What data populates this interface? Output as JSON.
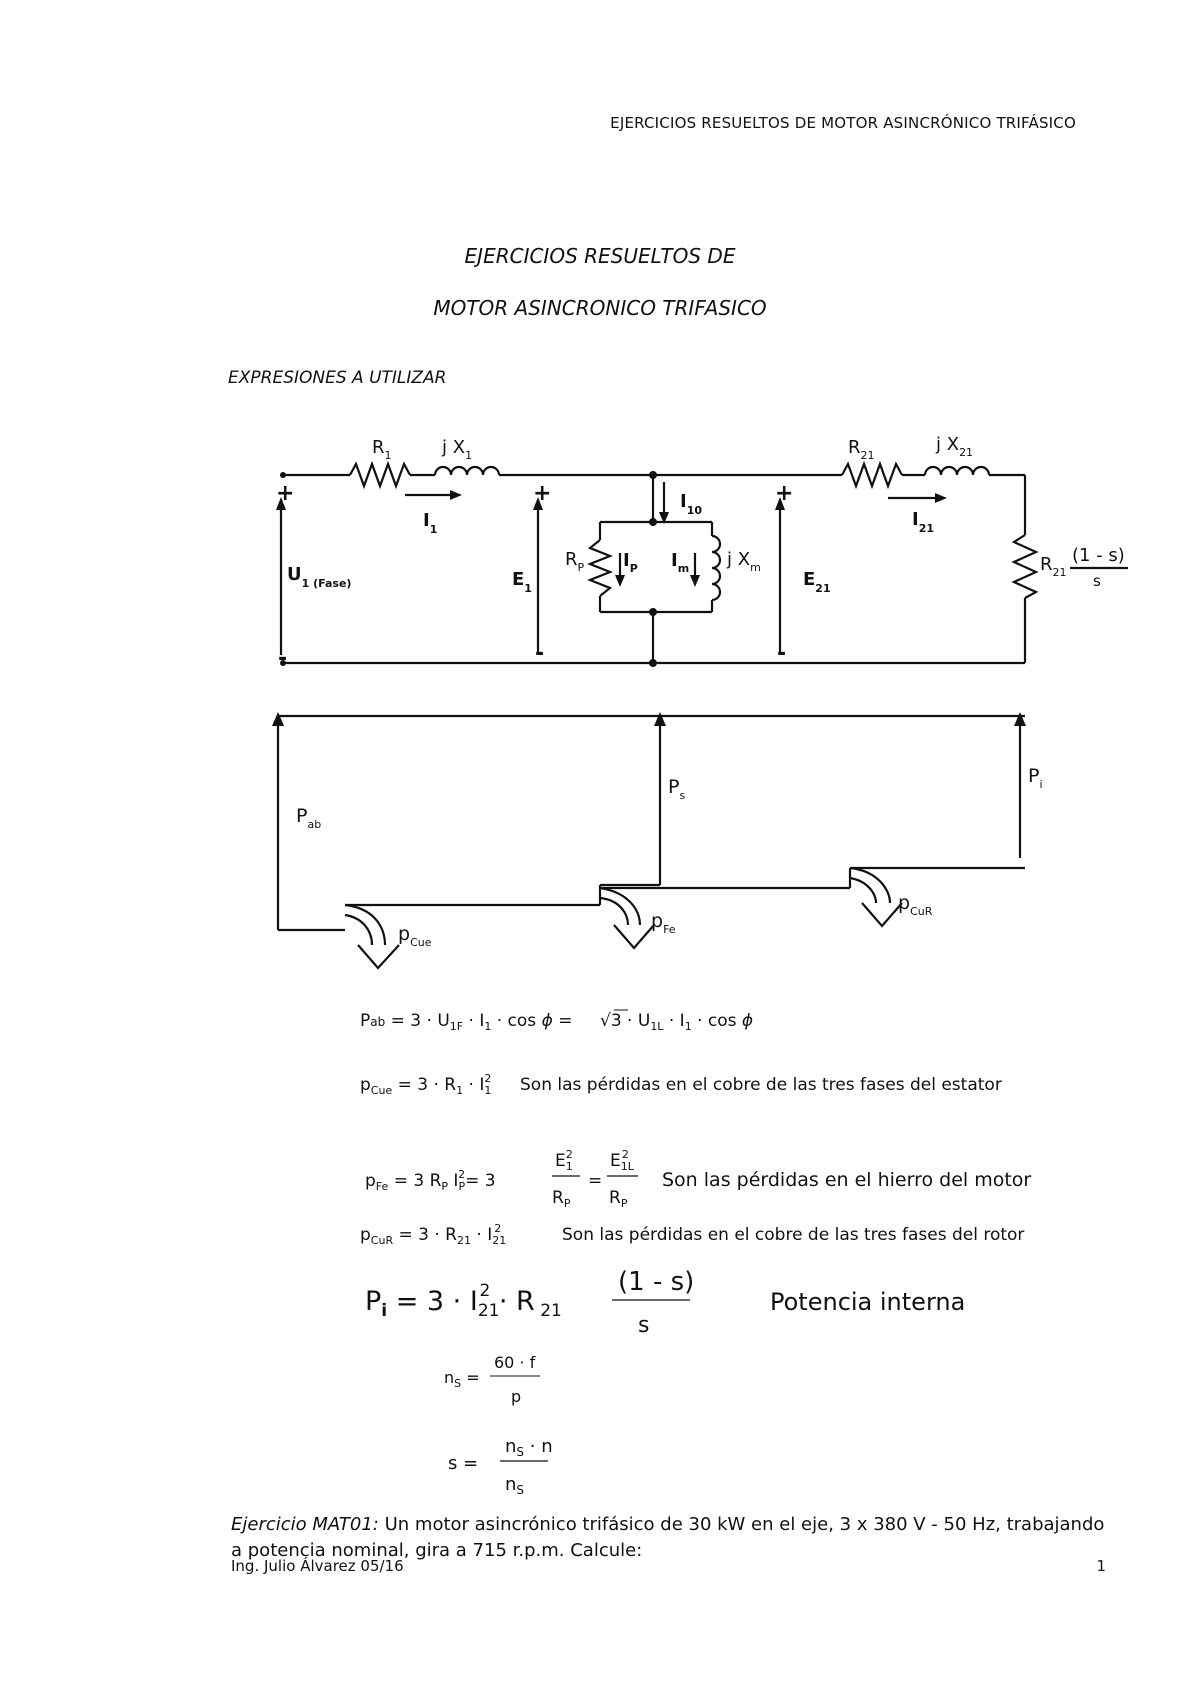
{
  "header": {
    "running_title": "EJERCICIOS RESUELTOS DE MOTOR ASINCRÓNICO TRIFÁSICO"
  },
  "title": {
    "line1": "EJERCICIOS RESUELTOS DE",
    "line2": "MOTOR ASINCRONICO TRIFASICO"
  },
  "section": {
    "heading": "EXPRESIONES A UTILIZAR"
  },
  "circuit": {
    "R1": "R",
    "R1_sub": "1",
    "X1": "j X",
    "X1_sub": "1",
    "R21": "R",
    "R21_sub": "21",
    "X21": "j X",
    "X21_sub": "21",
    "I1": "I",
    "I1_sub": "1",
    "I10": "I",
    "I10_sub": "10",
    "I21": "I",
    "I21_sub": "21",
    "U1": "U",
    "U1_sub": "1 (Fase)",
    "E1": "E",
    "E1_sub": "1",
    "E21": "E",
    "E21_sub": "21",
    "Rp": "R",
    "Rp_sub": "P",
    "Ip": "I",
    "Ip_sub": "P",
    "Im": "I",
    "Im_sub": "m",
    "Xm": "j X",
    "Xm_sub": "m",
    "Rload": "R",
    "Rload_sub": "21",
    "load_num": "(1 - s)",
    "load_den": "s",
    "plus": "+",
    "minus": "-"
  },
  "power_flow": {
    "Pab": "P",
    "Pab_sub": "ab",
    "Ps": "P",
    "Ps_sub": "s",
    "Pi": "P",
    "Pi_sub": "i",
    "pCue": "p",
    "pCue_sub": "Cue",
    "pFe": "p",
    "pFe_sub": "Fe",
    "pCuR": "p",
    "pCuR_sub": "CuR"
  },
  "formulas": {
    "pab_lhs": "Pab",
    "pab_rhs": "= 3 · U",
    "pcue_lhs": "p",
    "pcue_desc": "Son las pérdidas en el cobre de las tres fases del estator",
    "pfe_desc": "Son las pérdidas en el hierro del motor",
    "pcur_desc": "Son  las  pérdidas  en el cobre  de  las  tres  fases  del  rotor",
    "pi_desc": "Potencia  interna",
    "ns_num": "60 · f",
    "ns_den": "p",
    "s_num": "n",
    "s_den": "n"
  },
  "exercise": {
    "label": "Ejercicio MAT01:",
    "text": " Un motor asincrónico trifásico de 30 kW en el eje, 3 x 380 V - 50 Hz, trabajando a potencia nominal, gira a 715 r.p.m. Calcule:"
  },
  "footer": {
    "author": "Ing. Julio Álvarez 05/16",
    "page": "1"
  }
}
